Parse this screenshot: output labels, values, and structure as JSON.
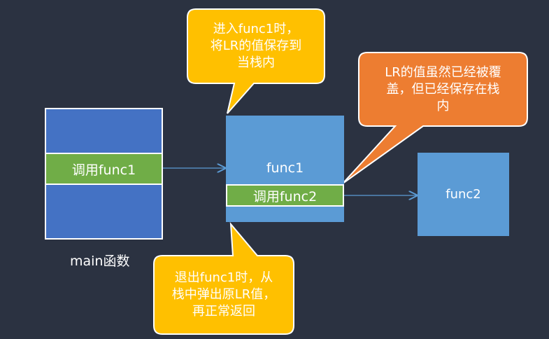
{
  "diagram": {
    "main_block": {
      "call_label": "调用func1",
      "caption": "main函数"
    },
    "func1_block": {
      "label": "func1",
      "call_label": "调用func2"
    },
    "func2_block": {
      "label": "func2"
    },
    "notes": {
      "enter": "进入func1时，\n将LR的值保存到\n当栈内",
      "overwritten": "LR的值虽然已经被覆\n盖，但已经保存在栈\n内",
      "exit": "退出func1时，从\n栈中弹出原LR值，\n再正常返回"
    },
    "colors": {
      "background": "#2b3241",
      "block_blue": "#4472c4",
      "block_lightblue": "#5b9bd5",
      "call_green": "#70ad47",
      "note_yellow": "#ffc000",
      "note_orange": "#ed7d31",
      "arrow": "#5b9bd5"
    }
  }
}
